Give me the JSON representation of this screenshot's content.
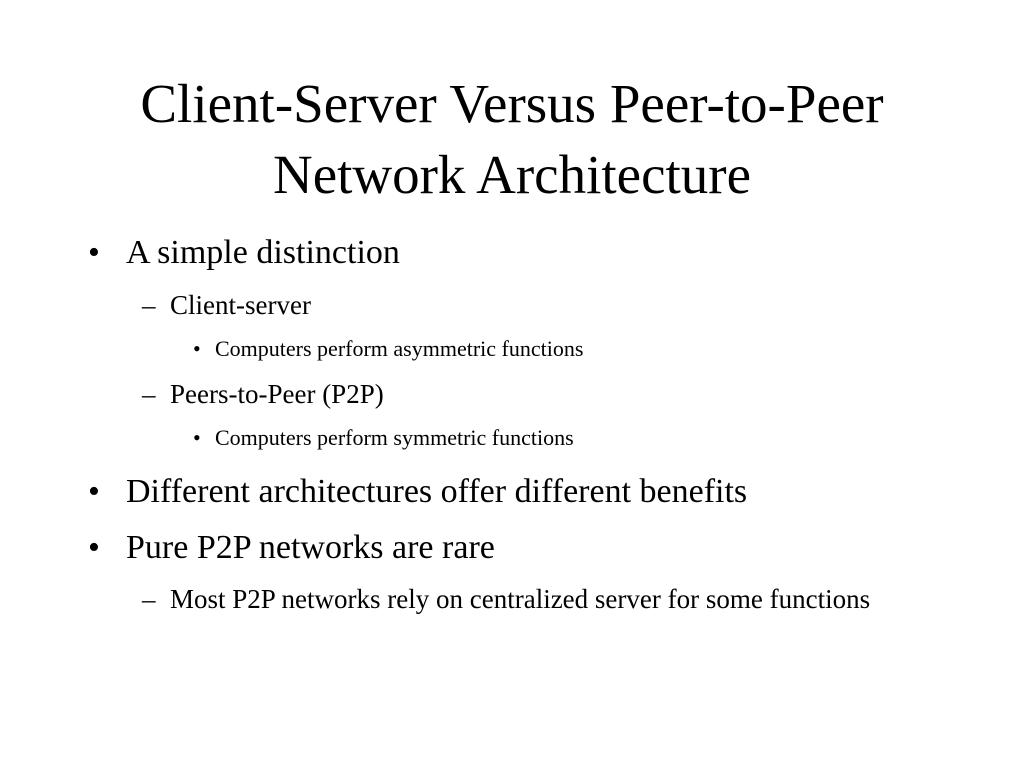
{
  "slide": {
    "title_line1": "Client-Server Versus Peer-to-Peer",
    "title_line2": "Network Architecture",
    "bullet_marker": "•",
    "dash_marker": "–",
    "items": {
      "b1": "A simple distinction",
      "b1_s1": "Client-server",
      "b1_s1_d1": "Computers perform asymmetric functions",
      "b1_s2": "Peers-to-Peer (P2P)",
      "b1_s2_d1": "Computers perform symmetric functions",
      "b2": "Different architectures offer different benefits",
      "b3": "Pure P2P networks are rare",
      "b3_s1": "Most P2P networks rely on centralized server for some functions"
    }
  }
}
